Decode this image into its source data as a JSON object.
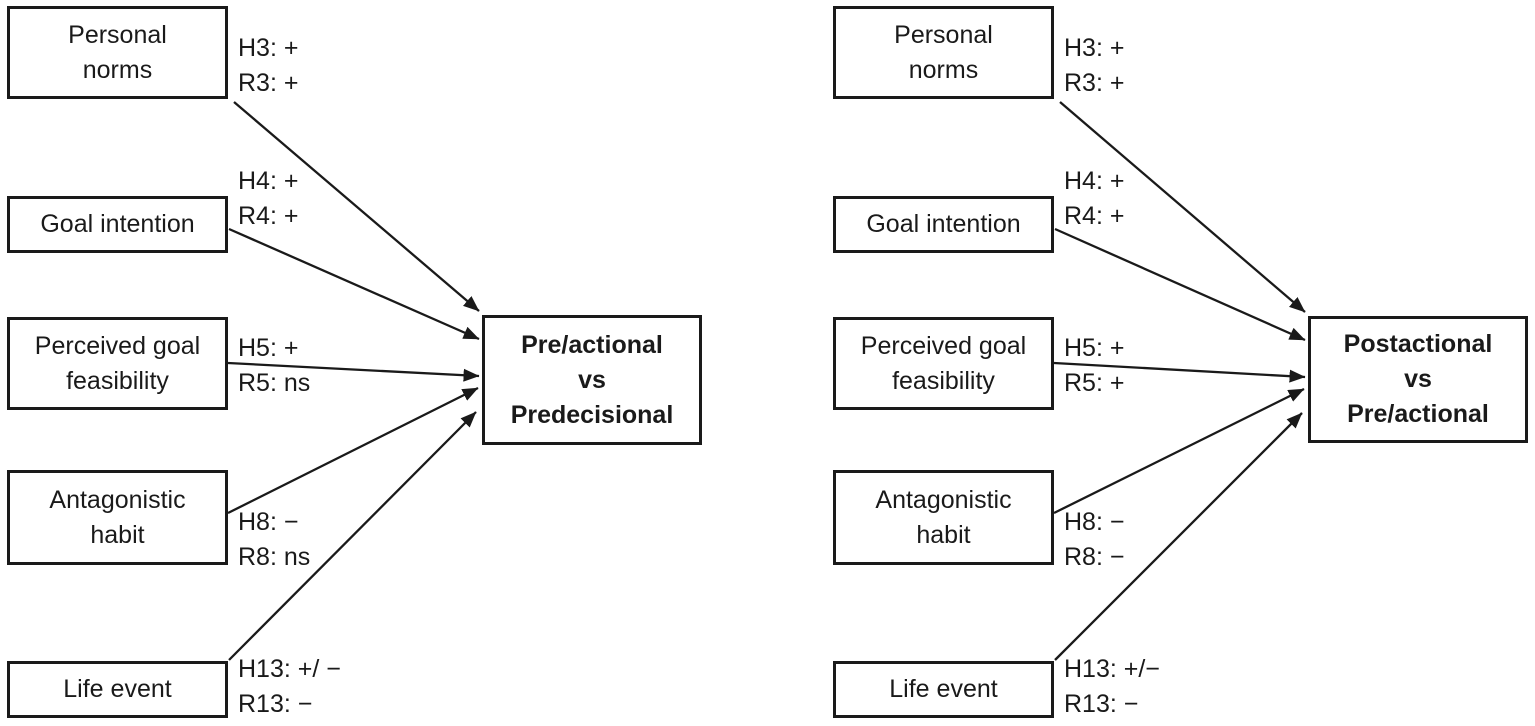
{
  "models": [
    {
      "name": "left-model",
      "outcome": "Pre/actional\nvs\nPredecisional",
      "predictors": [
        {
          "label": "Personal\nnorms",
          "hypothesis": "H3: +",
          "result": "R3: +"
        },
        {
          "label": "Goal intention",
          "hypothesis": "H4: +",
          "result": "R4: +"
        },
        {
          "label": "Perceived goal\nfeasibility",
          "hypothesis": "H5: +",
          "result": "R5: ns"
        },
        {
          "label": "Antagonistic\nhabit",
          "hypothesis": "H8: −",
          "result": "R8: ns"
        },
        {
          "label": "Life event",
          "hypothesis": "H13: +/ −",
          "result": "R13: −"
        }
      ]
    },
    {
      "name": "right-model",
      "outcome": "Postactional\nvs\nPre/actional",
      "predictors": [
        {
          "label": "Personal\nnorms",
          "hypothesis": "H3: +",
          "result": "R3: +"
        },
        {
          "label": "Goal intention",
          "hypothesis": "H4: +",
          "result": "R4: +"
        },
        {
          "label": "Perceived goal\nfeasibility",
          "hypothesis": "H5: +",
          "result": "R5: +"
        },
        {
          "label": "Antagonistic\nhabit",
          "hypothesis": "H8: −",
          "result": "R8: −"
        },
        {
          "label": "Life event",
          "hypothesis": "H13: +/−",
          "result": "R13: −"
        }
      ]
    }
  ],
  "colors": {
    "background": "#ffffff",
    "stroke": "#1a1a1a",
    "text": "#1a1a1a"
  }
}
